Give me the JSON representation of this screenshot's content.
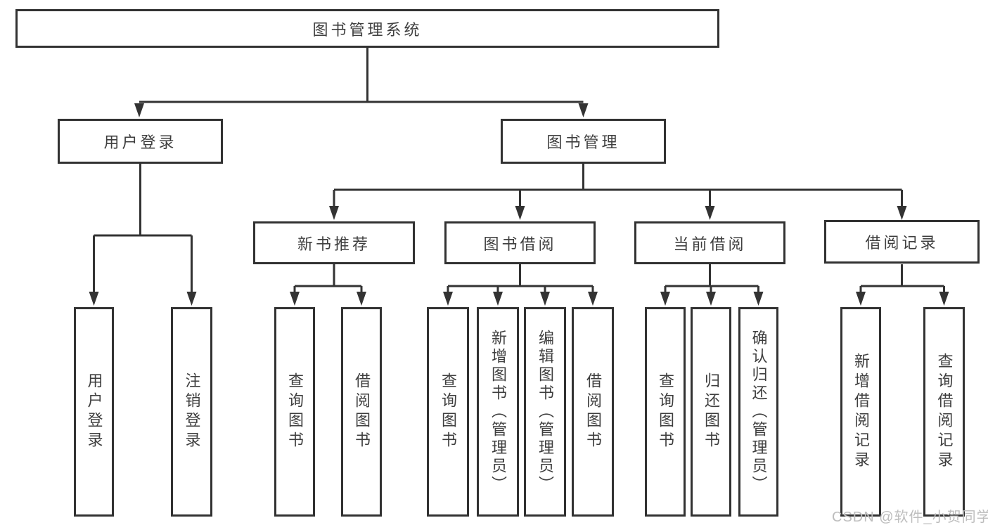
{
  "diagram": {
    "root": "图书管理系统",
    "branches": {
      "user_login": "用户登录",
      "book_management": "图书管理"
    },
    "modules": {
      "new_book": "新书推荐",
      "borrow": "图书借阅",
      "current": "当前借阅",
      "records": "借阅记录"
    },
    "leaves": {
      "login": "用户登录",
      "logout": "注销登录",
      "nb_query": "查询图书",
      "nb_borrow": "借阅图书",
      "bw_query": "查询图书",
      "bw_add": "新增图书（管理员）",
      "bw_edit": "编辑图书（管理员）",
      "bw_borrow": "借阅图书",
      "cu_query": "查询图书",
      "cu_return": "归还图书",
      "cu_confirm": "确认归还（管理员）",
      "rc_add": "新增借阅记录",
      "rc_query": "查询借阅记录"
    }
  },
  "watermark": "CSDN @软件_小贺同学",
  "colors": {
    "line": "#333333",
    "text": "#3e3e3e",
    "background": "#ffffff",
    "watermark": "#bdbdbd"
  }
}
